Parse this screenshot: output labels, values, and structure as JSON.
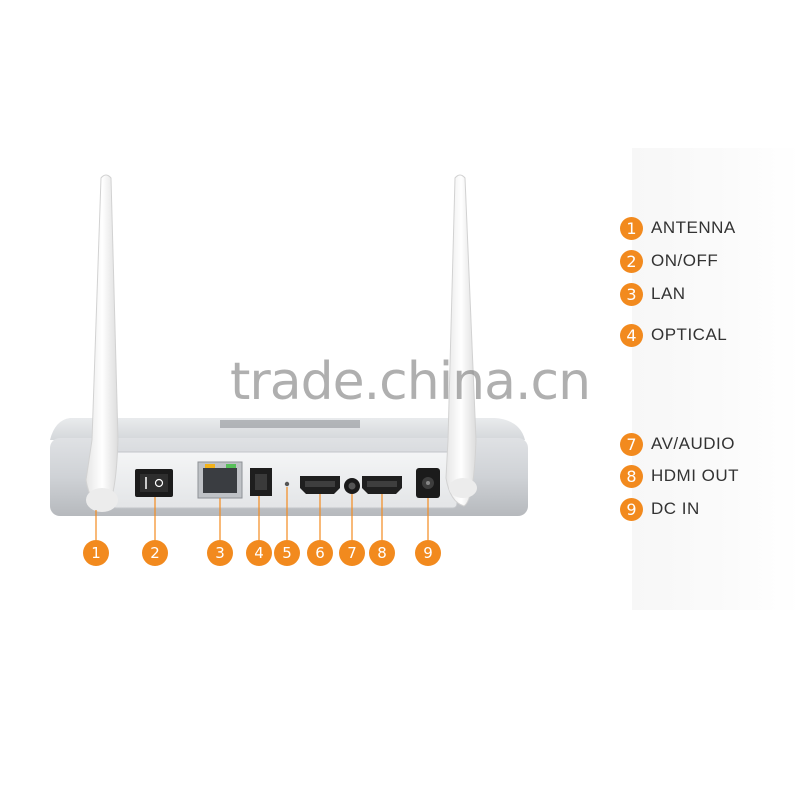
{
  "watermark": "trade.china.cn",
  "legend": [
    {
      "num": "1",
      "label": "ANTENNA"
    },
    {
      "num": "2",
      "label": "ON/OFF"
    },
    {
      "num": "3",
      "label": "LAN"
    },
    {
      "num": "4",
      "label": "OPTICAL"
    },
    {
      "num": "7",
      "label": "AV/AUDIO"
    },
    {
      "num": "8",
      "label": "HDMI OUT"
    },
    {
      "num": "9",
      "label": "DC IN"
    }
  ],
  "port_numbers": [
    "1",
    "2",
    "3",
    "4",
    "5",
    "6",
    "7",
    "8",
    "9"
  ],
  "colors": {
    "accent": "#f28a1e",
    "device": "#c9ccd0"
  }
}
